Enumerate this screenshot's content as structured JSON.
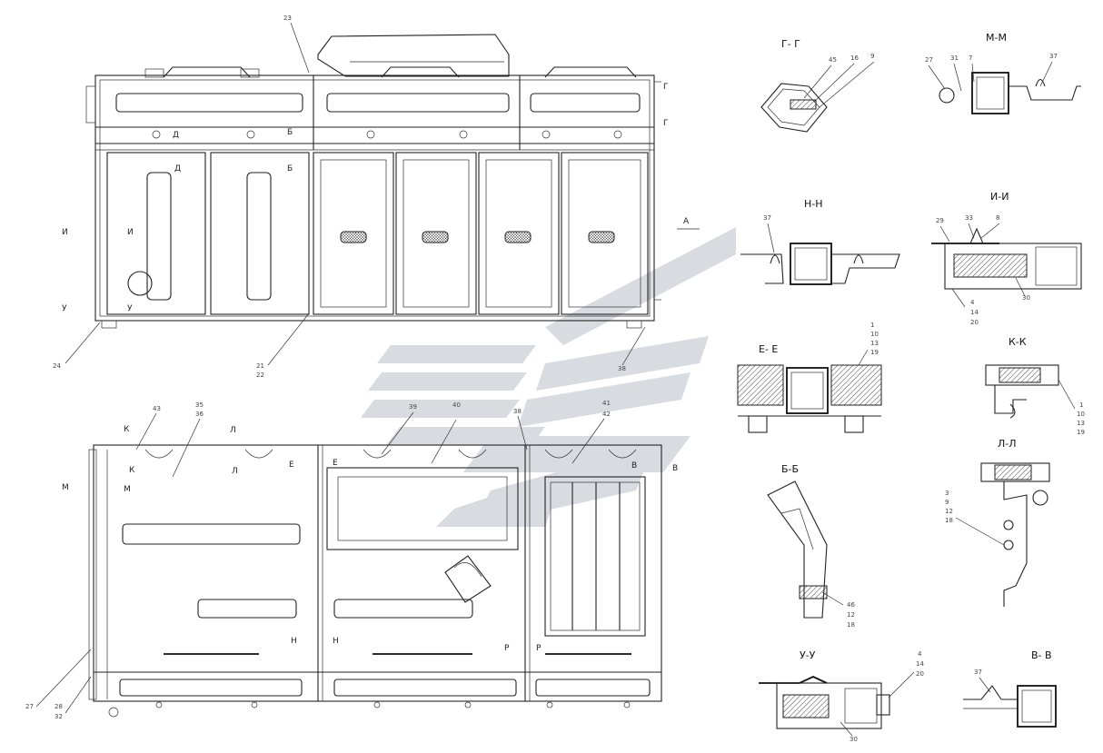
{
  "title": "",
  "sections": {
    "g": "Г- Г",
    "m": "М-М",
    "n": "Н-Н",
    "i": "И-И",
    "e": "Е- Е",
    "k": "К-К",
    "l": "Л-Л",
    "b": "Б-Б",
    "u": "У-У",
    "v": "В- В"
  },
  "callouts": {
    "g": [
      "45",
      "16",
      "9"
    ],
    "m": [
      "27",
      "31",
      "7",
      "37"
    ],
    "n": [
      "37"
    ],
    "i": [
      "29",
      "33",
      "8",
      "4",
      "14",
      "20",
      "30"
    ],
    "e": [
      "1",
      "10",
      "13",
      "19"
    ],
    "k": [
      "1",
      "10",
      "13",
      "19"
    ],
    "l": [
      "3",
      "9",
      "12",
      "18"
    ],
    "b": [
      "46",
      "12",
      "18"
    ],
    "u": [
      "4",
      "14",
      "20",
      "30"
    ],
    "v": [
      "37"
    ]
  },
  "top_view": {
    "callouts": [
      "23",
      "24",
      "21",
      "22",
      "38"
    ],
    "marks": [
      "Г",
      "Г",
      "Д",
      "Д",
      "Б",
      "Б",
      "И",
      "И",
      "У",
      "У",
      "А"
    ]
  },
  "bottom_view": {
    "callouts": [
      "43",
      "35",
      "36",
      "39",
      "40",
      "38",
      "41",
      "42",
      "27",
      "28",
      "32"
    ],
    "marks": [
      "К",
      "К",
      "Л",
      "Л",
      "Е",
      "Е",
      "М",
      "М",
      "В",
      "В",
      "Н",
      "Н",
      "Р",
      "Р"
    ]
  },
  "colors": {
    "ink": "#222222",
    "watermark": "#c8ccd2"
  }
}
